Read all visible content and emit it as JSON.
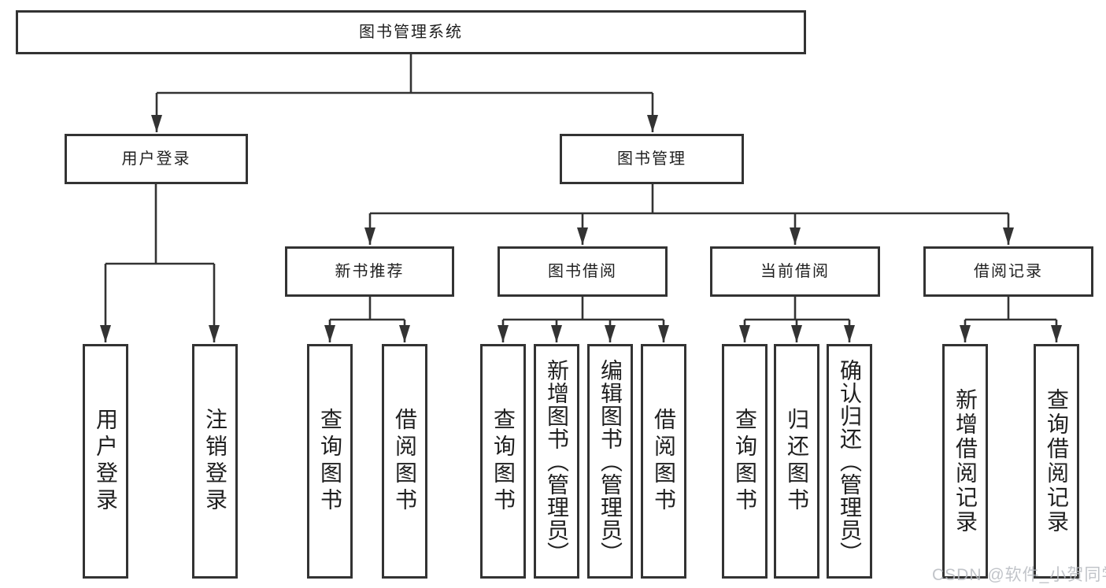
{
  "diagram": {
    "title": "图书管理系统",
    "root": {
      "label": "图书管理系统"
    },
    "level2": [
      {
        "label": "用户登录"
      },
      {
        "label": "图书管理"
      }
    ],
    "level3": [
      {
        "label": "新书推荐"
      },
      {
        "label": "图书借阅"
      },
      {
        "label": "当前借阅"
      },
      {
        "label": "借阅记录"
      }
    ],
    "leaves": [
      {
        "label": "用户登录",
        "parent": "用户登录"
      },
      {
        "label": "注销登录",
        "parent": "用户登录"
      },
      {
        "label": "查询图书",
        "parent": "新书推荐"
      },
      {
        "label": "借阅图书",
        "parent": "新书推荐"
      },
      {
        "label": "查询图书",
        "parent": "图书借阅"
      },
      {
        "label": "新增图书（管理员）",
        "parent": "图书借阅"
      },
      {
        "label": "编辑图书（管理员）",
        "parent": "图书借阅"
      },
      {
        "label": "借阅图书",
        "parent": "图书借阅"
      },
      {
        "label": "查询图书",
        "parent": "当前借阅"
      },
      {
        "label": "归还图书",
        "parent": "当前借阅"
      },
      {
        "label": "确认归还（管理员）",
        "parent": "当前借阅"
      },
      {
        "label": "新增借阅记录",
        "parent": "借阅记录"
      },
      {
        "label": "查询借阅记录",
        "parent": "借阅记录"
      }
    ],
    "line_color": "#333333"
  },
  "watermark": {
    "text": "CSDN @软件_小贺同学"
  }
}
